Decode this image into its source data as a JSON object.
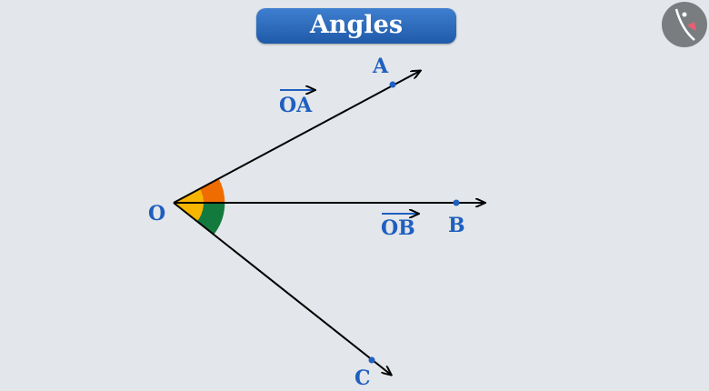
{
  "title": "Angles",
  "points": {
    "O": "O",
    "A": "A",
    "B": "B",
    "C": "C"
  },
  "vectors": {
    "oa": "OA",
    "ob": "OB"
  },
  "colors": {
    "label": "#1f5fbf",
    "arc_inner": "#f7b500",
    "arc_upper": "#ef6c00",
    "arc_lower": "#137a3d"
  }
}
